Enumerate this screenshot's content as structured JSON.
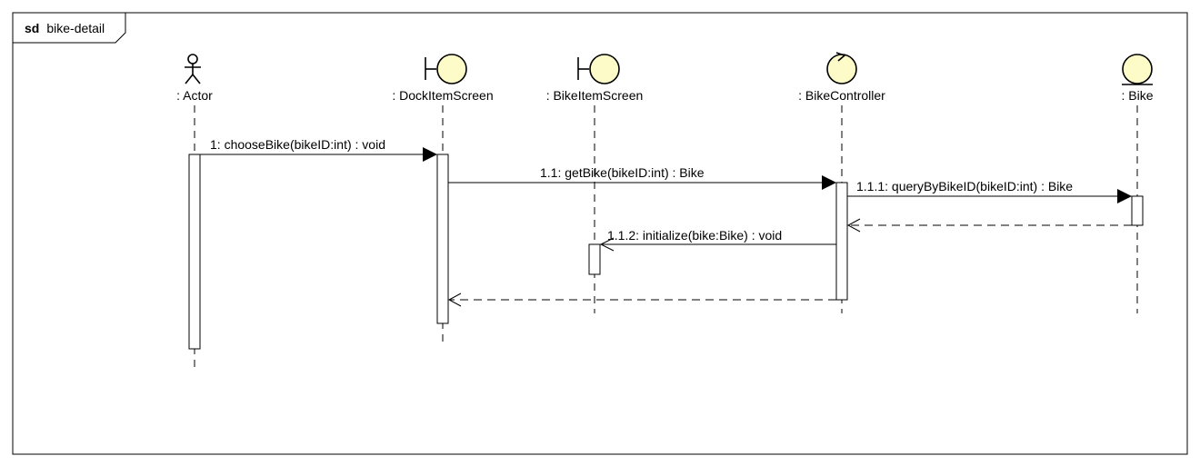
{
  "frame": {
    "keyword": "sd",
    "name": "bike-detail"
  },
  "lifelines": [
    {
      "id": "actor",
      "label": ": Actor",
      "kind": "actor"
    },
    {
      "id": "dock",
      "label": ": DockItemScreen",
      "kind": "boundary"
    },
    {
      "id": "bikescreen",
      "label": ": BikeItemScreen",
      "kind": "boundary"
    },
    {
      "id": "ctrl",
      "label": ": BikeController",
      "kind": "control"
    },
    {
      "id": "bike",
      "label": ": Bike",
      "kind": "entity"
    }
  ],
  "messages": [
    {
      "label": "1: chooseBike(bikeID:int) : void",
      "from": "actor",
      "to": "dock",
      "type": "sync"
    },
    {
      "label": "1.1: getBike(bikeID:int) : Bike",
      "from": "dock",
      "to": "ctrl",
      "type": "sync"
    },
    {
      "label": "1.1.1: queryByBikeID(bikeID:int) : Bike",
      "from": "ctrl",
      "to": "bike",
      "type": "sync"
    },
    {
      "label": "",
      "from": "bike",
      "to": "ctrl",
      "type": "return"
    },
    {
      "label": "1.1.2: initialize(bike:Bike) : void",
      "from": "ctrl",
      "to": "bikescreen",
      "type": "async"
    },
    {
      "label": "",
      "from": "ctrl",
      "to": "dock",
      "type": "return"
    }
  ]
}
